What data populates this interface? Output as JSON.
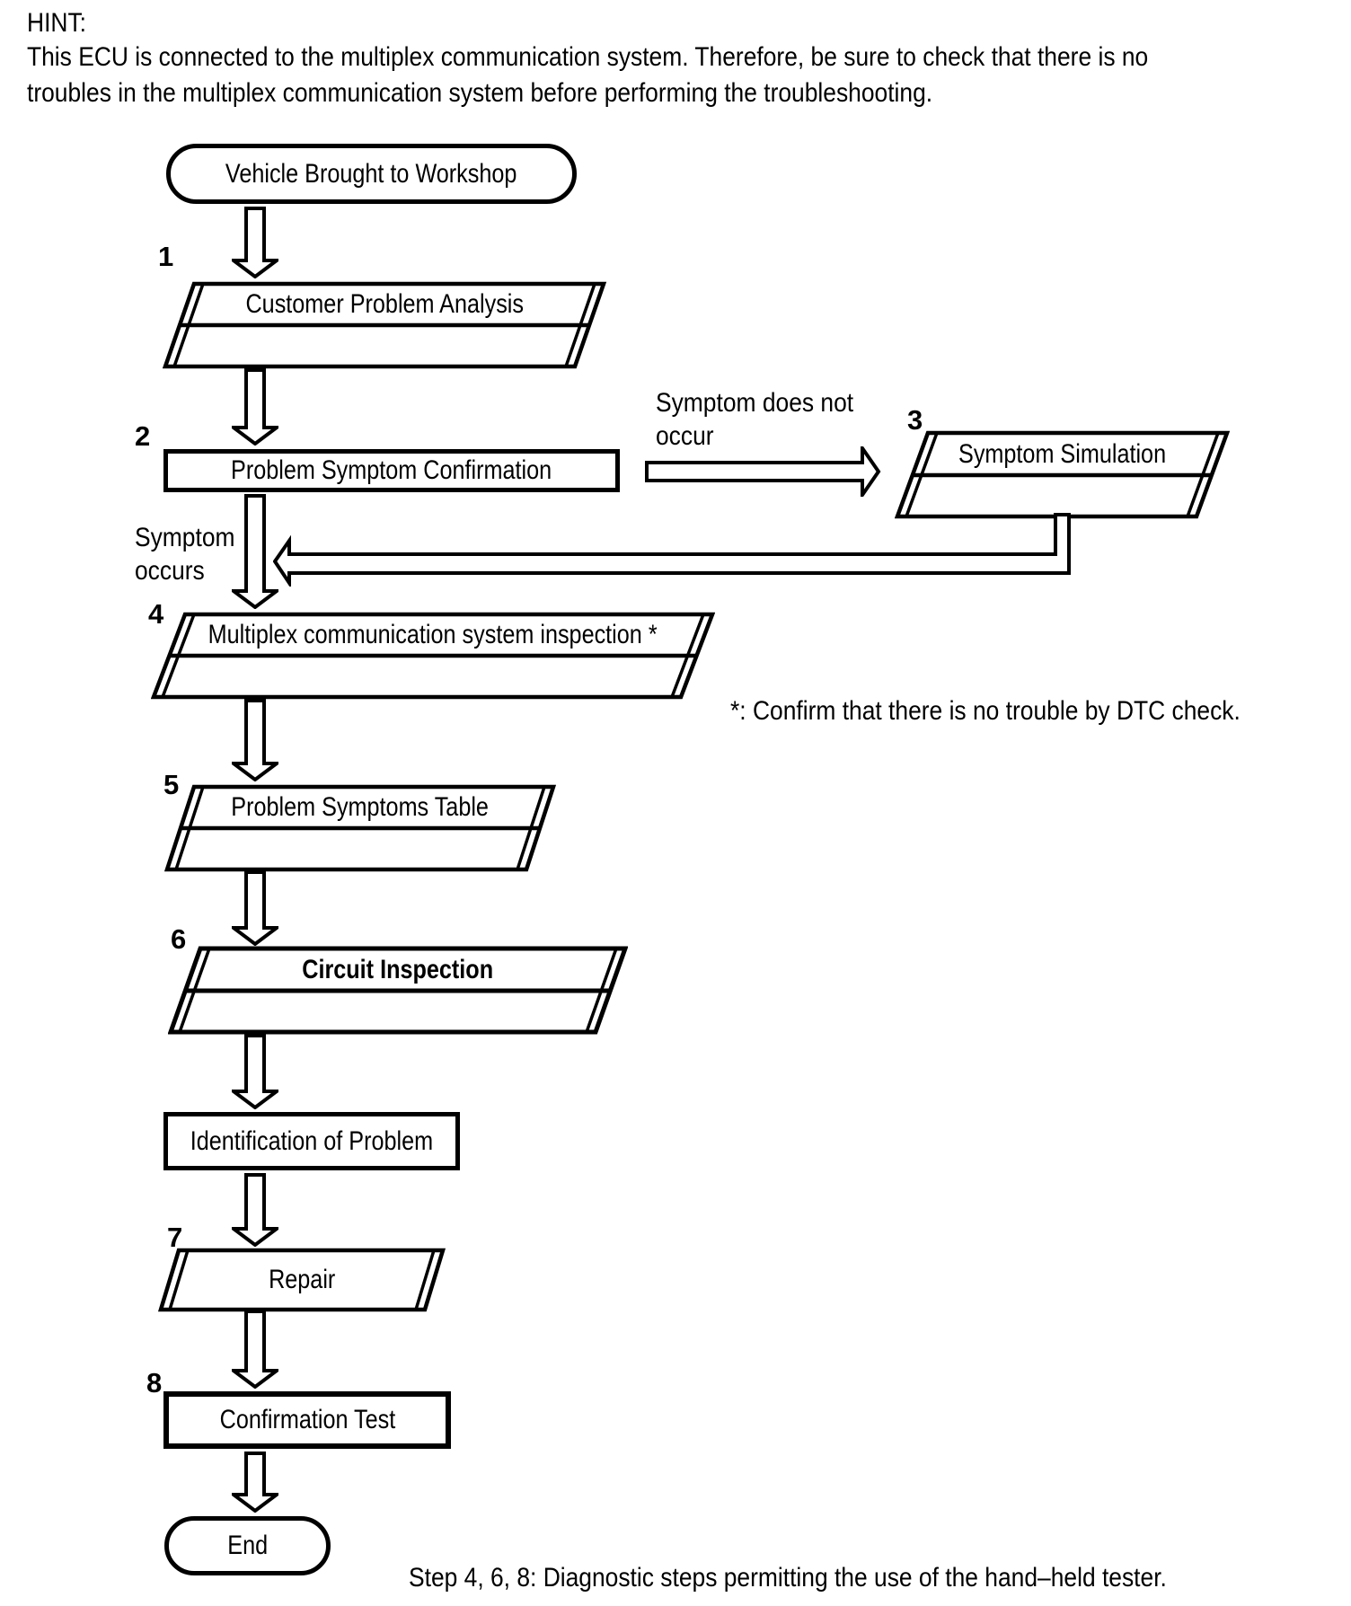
{
  "page": {
    "background_color": "#ffffff",
    "ink_color": "#000000"
  },
  "hint": {
    "label": "HINT:",
    "line1": "This ECU is connected to the multiplex communication system. Therefore, be sure to check that there is no",
    "line2": "troubles in the multiplex communication system before performing the troubleshooting."
  },
  "flowchart": {
    "start_label": "Vehicle Brought to Workshop",
    "end_label": "End",
    "steps": {
      "s1": {
        "num": "1",
        "label": "Customer Problem Analysis"
      },
      "s2": {
        "num": "2",
        "label": "Problem Symptom Confirmation"
      },
      "s3": {
        "num": "3",
        "label": "Symptom Simulation"
      },
      "s4": {
        "num": "4",
        "label": "Multiplex communication system inspection *"
      },
      "s5": {
        "num": "5",
        "label": "Problem Symptoms Table"
      },
      "s6": {
        "num": "6",
        "label": "Circuit Inspection"
      },
      "s7": {
        "num": "7",
        "label": "Repair"
      },
      "s8": {
        "num": "8",
        "label": "Confirmation Test"
      }
    },
    "identification_label": "Identification of Problem",
    "branch": {
      "occurs_line1": "Symptom",
      "occurs_line2": "occurs",
      "not_occur_line1": "Symptom does not",
      "not_occur_line2": "occur"
    },
    "footnote": "*: Confirm that there is no trouble by DTC check.",
    "legend": "Step 4, 6, 8: Diagnostic steps permitting the use of the hand–held tester."
  }
}
